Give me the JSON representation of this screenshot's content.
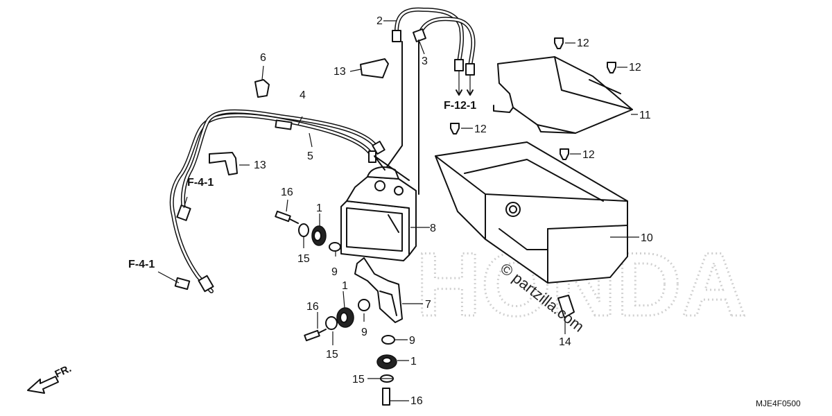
{
  "diagram": {
    "code": "MJE4F0500",
    "direction_label": "FR.",
    "callouts": [
      {
        "id": "c1a",
        "label": "1"
      },
      {
        "id": "c1b",
        "label": "1"
      },
      {
        "id": "c1c",
        "label": "1"
      },
      {
        "id": "c2",
        "label": "2"
      },
      {
        "id": "c3",
        "label": "3"
      },
      {
        "id": "c4",
        "label": "4"
      },
      {
        "id": "c5",
        "label": "5"
      },
      {
        "id": "c6",
        "label": "6"
      },
      {
        "id": "c7",
        "label": "7"
      },
      {
        "id": "c8",
        "label": "8"
      },
      {
        "id": "c9a",
        "label": "9"
      },
      {
        "id": "c9b",
        "label": "9"
      },
      {
        "id": "c9c",
        "label": "9"
      },
      {
        "id": "c10",
        "label": "10"
      },
      {
        "id": "c11",
        "label": "11"
      },
      {
        "id": "c12a",
        "label": "12"
      },
      {
        "id": "c12b",
        "label": "12"
      },
      {
        "id": "c12c",
        "label": "12"
      },
      {
        "id": "c12d",
        "label": "12"
      },
      {
        "id": "c13a",
        "label": "13"
      },
      {
        "id": "c13b",
        "label": "13"
      },
      {
        "id": "c14",
        "label": "14"
      },
      {
        "id": "c15a",
        "label": "15"
      },
      {
        "id": "c15b",
        "label": "15"
      },
      {
        "id": "c15c",
        "label": "15"
      },
      {
        "id": "c16a",
        "label": "16"
      },
      {
        "id": "c16b",
        "label": "16"
      },
      {
        "id": "c16c",
        "label": "16"
      }
    ],
    "references": [
      {
        "id": "r1",
        "label": "F-12-1"
      },
      {
        "id": "r2",
        "label": "F-4-1"
      },
      {
        "id": "r3",
        "label": "F-4-1"
      }
    ],
    "watermark": {
      "text": "© partzilla.com",
      "brand": "HONDA"
    }
  }
}
